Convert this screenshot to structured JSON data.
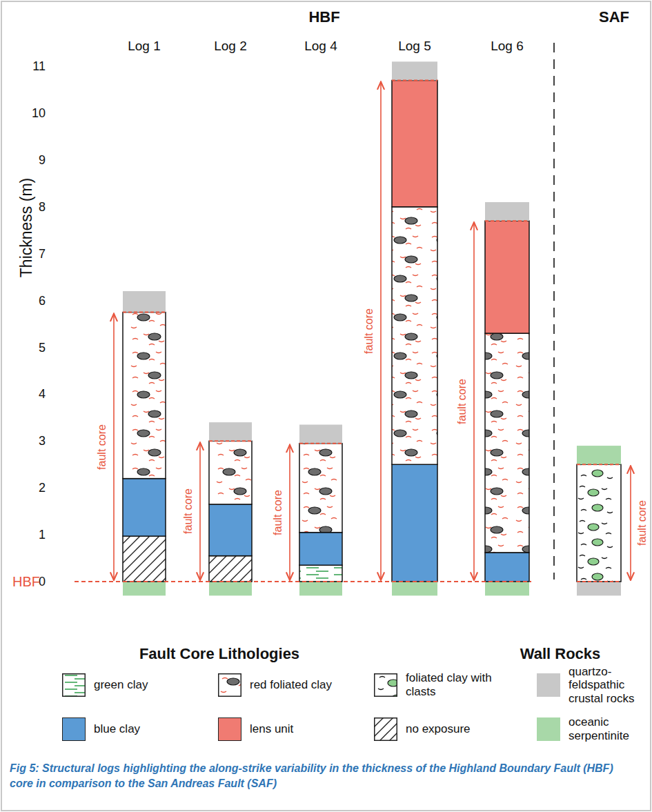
{
  "diagram": {
    "caption": "Fig 5: Structural logs highlighting the along-strike variability in the thickness of the Highland Boundary Fault (HBF) core in comparison to the San Andreas Fault (SAF)",
    "labels": [
      "HBF",
      "SAF",
      "Log 1",
      "Log 2",
      "Log 4",
      "Log 5",
      "Log 6",
      "Thickness (m)",
      "11",
      "10",
      "9",
      "8",
      "7",
      "6",
      "5",
      "4",
      "3",
      "2",
      "1",
      "0",
      "HBF",
      "fault core",
      "fault core",
      "fault core",
      "fault core",
      "fault core",
      "fault core",
      "Fault Core Lithologies",
      "Wall Rocks"
    ],
    "legend": [
      {
        "text": "green clay"
      },
      {
        "text": "red foliated clay"
      },
      {
        "text": "foliated clay with clasts"
      },
      {
        "text": "quartzo-feldspathic crustal rocks",
        "color": "#c8c8c8"
      },
      {
        "text": "blue clay",
        "color": "#5b9bd5"
      },
      {
        "text": "lens unit",
        "color": "#f07b72"
      },
      {
        "text": "no exposure"
      },
      {
        "text": "oceanic serpentinite",
        "color": "#a8d8a8"
      }
    ]
  }
}
